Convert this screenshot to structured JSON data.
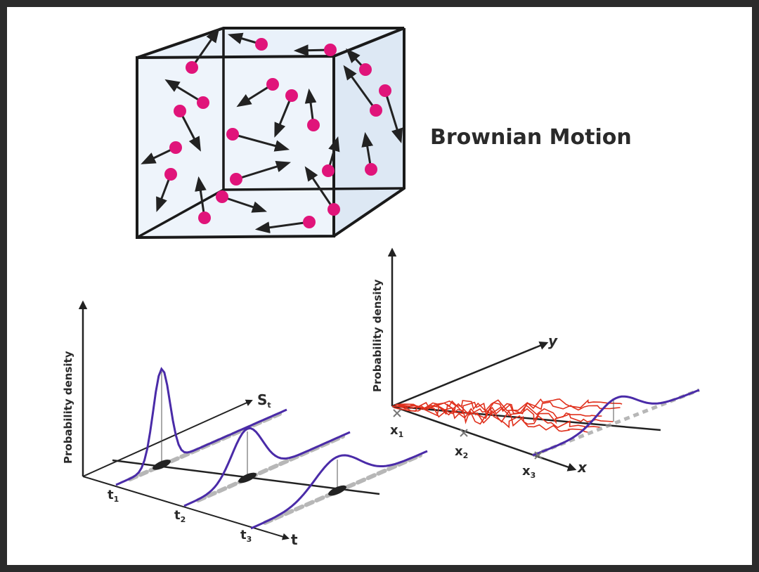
{
  "title": "Brownian Motion",
  "left_plot": {
    "y_axis_label": "Probability density",
    "depth_axis_label": "S",
    "depth_axis_sub": "t",
    "time_axis_label": "t",
    "ticks": [
      {
        "base": "t",
        "sub": "1"
      },
      {
        "base": "t",
        "sub": "2"
      },
      {
        "base": "t",
        "sub": "3"
      }
    ]
  },
  "right_plot": {
    "y_axis_label": "Probability density",
    "y_var_label": "y",
    "x_var_label": "x",
    "ticks": [
      {
        "base": "x",
        "sub": "1"
      },
      {
        "base": "x",
        "sub": "2"
      },
      {
        "base": "x",
        "sub": "3"
      }
    ]
  },
  "colors": {
    "particle": "#e0147a",
    "arrow": "#222222",
    "cube_fill": "#e8f0fa",
    "curve": "#4a2ba8",
    "path": "#e0301c"
  }
}
